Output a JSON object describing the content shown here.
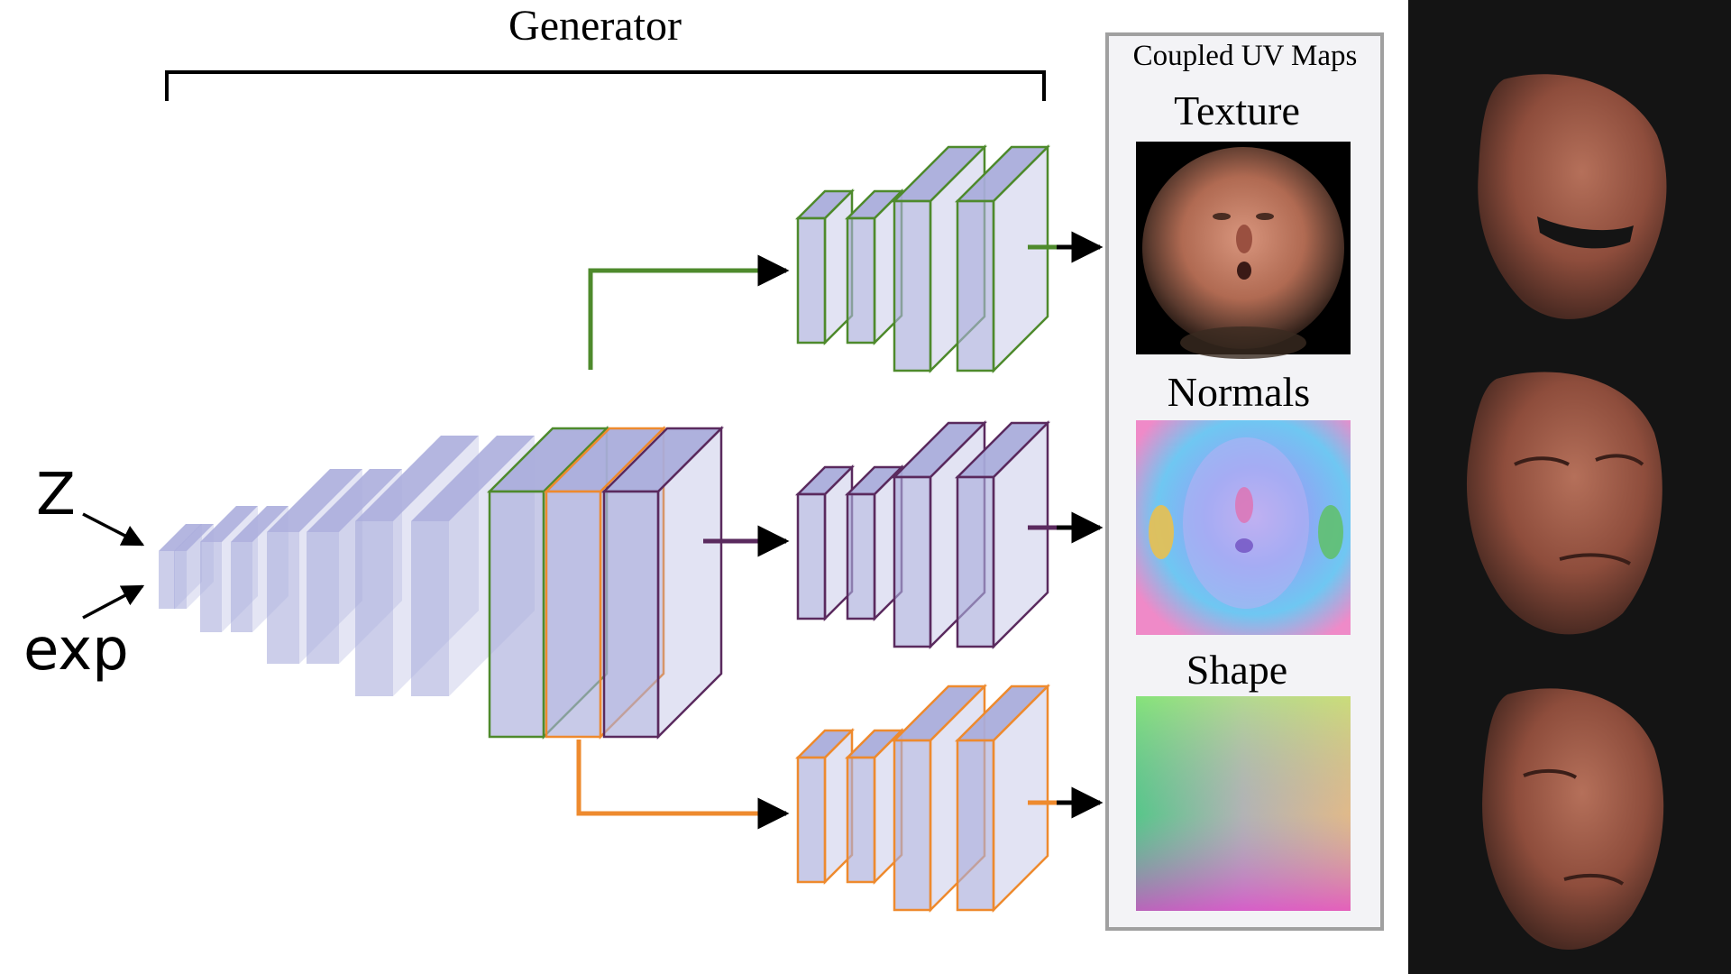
{
  "generator_label": "Generator",
  "inputs": {
    "z_label": "Z",
    "exp_label": "exp"
  },
  "panel": {
    "title": "Coupled UV Maps",
    "maps": [
      {
        "key": "texture",
        "label": "Texture"
      },
      {
        "key": "normals",
        "label": "Normals"
      },
      {
        "key": "shape",
        "label": "Shape"
      }
    ]
  },
  "branch_colors": {
    "texture": "#4e8a2c",
    "normals": "#5a2a5e",
    "shape": "#ee8a2e"
  },
  "block_fill": "#a9acdb"
}
